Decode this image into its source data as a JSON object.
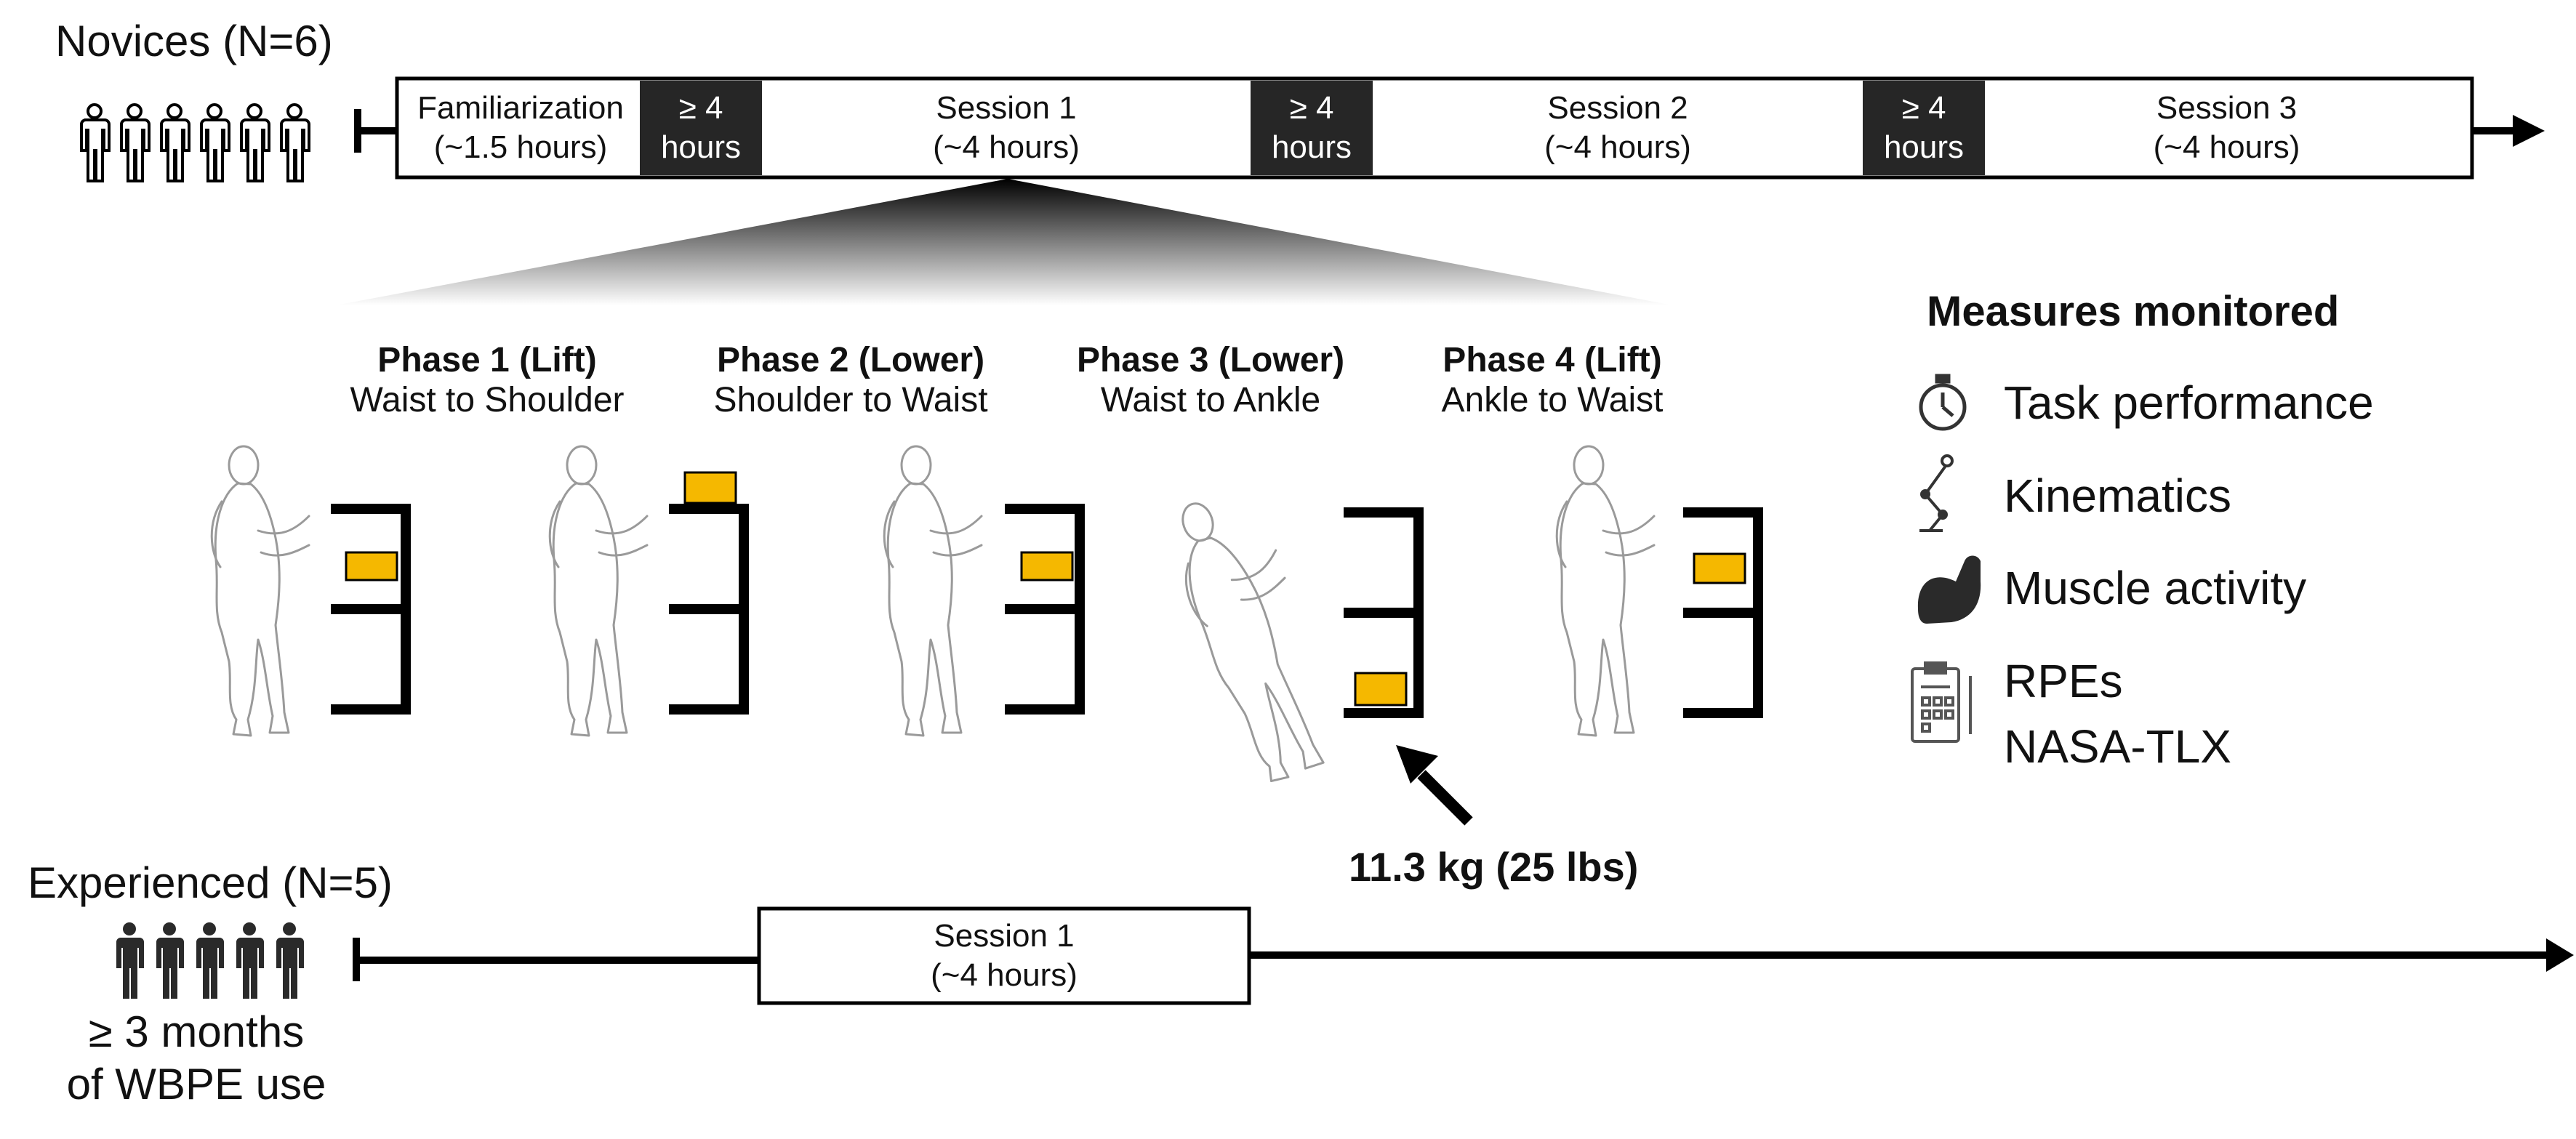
{
  "novices": {
    "label": "Novices (N=6)",
    "timeline": [
      {
        "line1": "Familiarization",
        "line2": "(~1.5 hours)",
        "style": "light"
      },
      {
        "line1": "≥ 4",
        "line2": "hours",
        "style": "dark"
      },
      {
        "line1": "Session 1",
        "line2": "(~4 hours)",
        "style": "light"
      },
      {
        "line1": "≥ 4",
        "line2": "hours",
        "style": "dark"
      },
      {
        "line1": "Session 2",
        "line2": "(~4 hours)",
        "style": "light"
      },
      {
        "line1": "≥ 4",
        "line2": "hours",
        "style": "dark"
      },
      {
        "line1": "Session 3",
        "line2": "(~4 hours)",
        "style": "light"
      }
    ]
  },
  "phases": [
    {
      "title": "Phase 1 (Lift)",
      "subtitle": "Waist to Shoulder"
    },
    {
      "title": "Phase 2 (Lower)",
      "subtitle": "Shoulder to Waist"
    },
    {
      "title": "Phase 3 (Lower)",
      "subtitle": "Waist to Ankle"
    },
    {
      "title": "Phase 4 (Lift)",
      "subtitle": "Ankle to Waist"
    }
  ],
  "load_label": "11.3 kg (25 lbs)",
  "measures": {
    "title": "Measures monitored",
    "items": [
      {
        "icon": "stopwatch-icon",
        "label": "Task performance"
      },
      {
        "icon": "kinematics-icon",
        "label": "Kinematics"
      },
      {
        "icon": "muscle-icon",
        "label": "Muscle activity"
      },
      {
        "icon": "clipboard-icon",
        "label": "RPEs",
        "label2": "NASA-TLX"
      }
    ]
  },
  "experienced": {
    "label": "Experienced (N=5)",
    "session": {
      "line1": "Session 1",
      "line2": "(~4 hours)"
    },
    "note_line1": "≥ 3 months",
    "note_line2": "of WBPE use"
  },
  "colors": {
    "box": "#f5b800",
    "shelf": "#000000",
    "dark_cell": "#262626"
  }
}
